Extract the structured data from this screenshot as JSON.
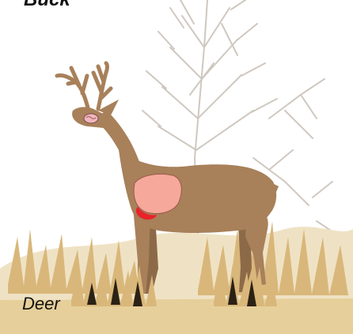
{
  "labels": {
    "top": "Buck",
    "bottom": "Deer"
  },
  "colors": {
    "deer_body": "#a8805a",
    "deer_body_dark": "#8c6a48",
    "antler": "#a8805a",
    "brain": "#f0b6bc",
    "lung": "#f6a89a",
    "heart": "#e8232a",
    "grass": "#d9b77a",
    "grass_dark": "#2b2115",
    "tree": "#cfc8c0"
  },
  "organs": {
    "brain": "brain",
    "lungs": "lungs",
    "heart": "heart"
  }
}
